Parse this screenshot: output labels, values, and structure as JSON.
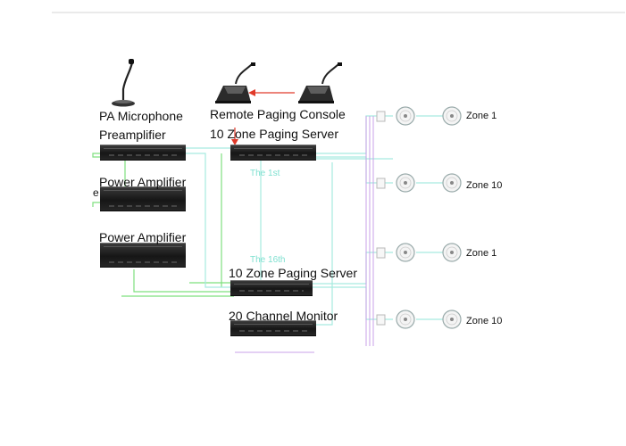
{
  "labels": {
    "pa_microphone": "PA Microphone",
    "preamplifier": "Preamplifier",
    "remote_paging_console": "Remote Paging Console",
    "paging_server_top": "10 Zone Paging Server",
    "power_amplifier_1": "Power Amplifier",
    "power_amplifier_2": "Power Amplifier",
    "paging_server_bottom": "10 Zone Paging Server",
    "channel_monitor": "20 Channel Monitor",
    "the_1st": "The 1st",
    "the_16th": "The 16th",
    "stray_mark": "e"
  },
  "zones": [
    {
      "label": "Zone 1"
    },
    {
      "label": "Zone 10"
    },
    {
      "label": "Zone 1"
    },
    {
      "label": "Zone 10"
    }
  ],
  "colors": {
    "green_line": "#7ee07e",
    "cyan_line": "#a6ebe0",
    "violet_line": "#c9a0e8",
    "red_arrow": "#e03a2a",
    "rule": "#e4e4e4"
  }
}
